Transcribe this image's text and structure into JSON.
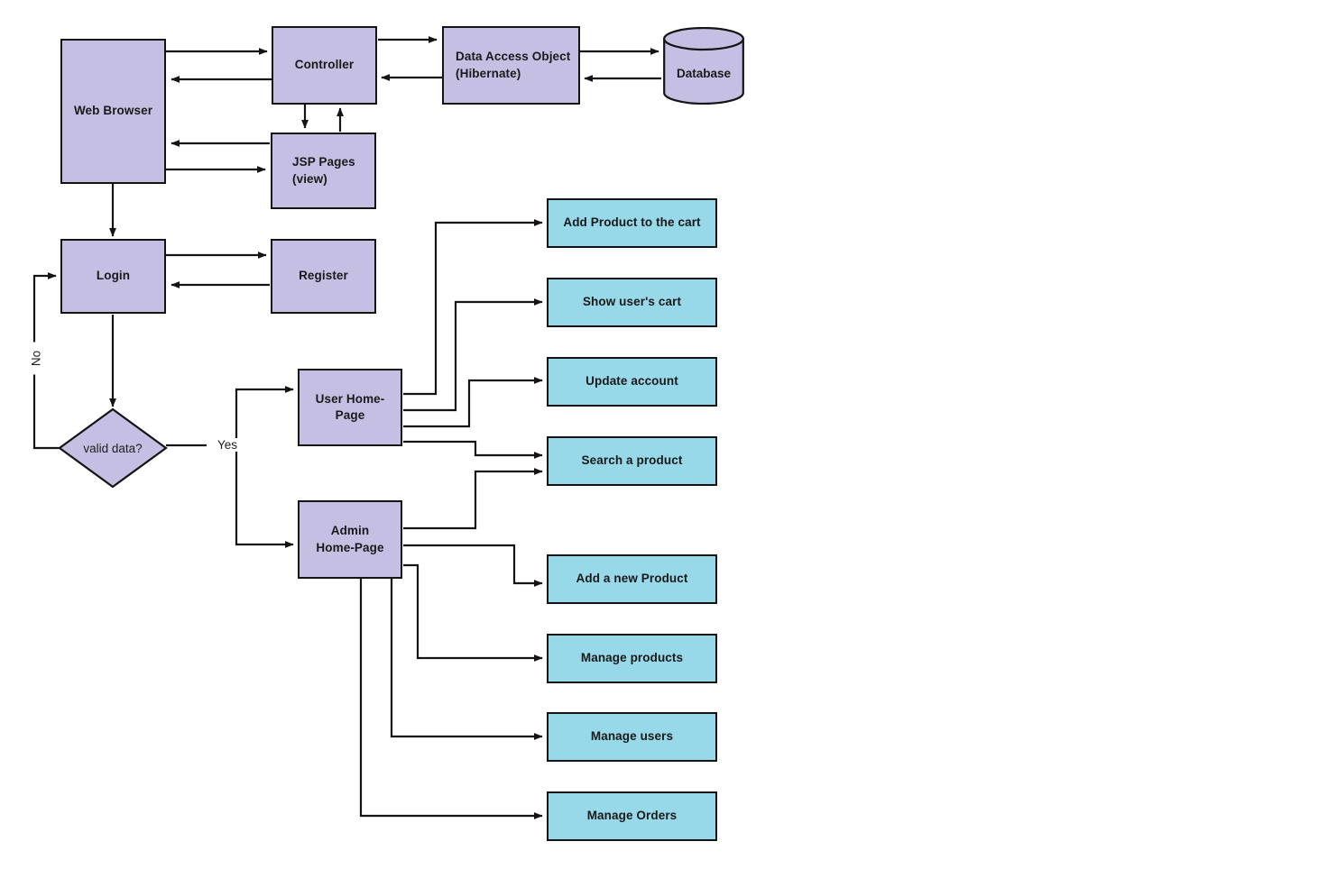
{
  "diagram": {
    "title": "Web application architecture and user flow diagram",
    "colors": {
      "purple_fill": "#c5c0e3",
      "blue_fill": "#97d8e9",
      "stroke": "#141414",
      "background": "#ffffff"
    },
    "architecture_nodes": [
      {
        "id": "web-browser",
        "label": "Web Browser",
        "shape": "rectangle",
        "fill": "purple"
      },
      {
        "id": "controller",
        "label": "Controller",
        "shape": "rectangle",
        "fill": "purple"
      },
      {
        "id": "dao",
        "label": "Data Access Object\n(Hibernate)",
        "shape": "rectangle",
        "fill": "purple"
      },
      {
        "id": "database",
        "label": "Database",
        "shape": "cylinder",
        "fill": "purple"
      },
      {
        "id": "jsp-pages",
        "label": "JSP Pages\n(view)",
        "shape": "rectangle",
        "fill": "purple"
      }
    ],
    "flow_nodes": [
      {
        "id": "login",
        "label": "Login",
        "shape": "rectangle",
        "fill": "purple"
      },
      {
        "id": "register",
        "label": "Register",
        "shape": "rectangle",
        "fill": "purple"
      },
      {
        "id": "valid-data",
        "label": "valid data?",
        "shape": "diamond",
        "fill": "purple"
      },
      {
        "id": "user-home-page",
        "label": "User Home-Page",
        "shape": "rectangle",
        "fill": "purple"
      },
      {
        "id": "admin-home-page",
        "label": "Admin\nHome-Page",
        "shape": "rectangle",
        "fill": "purple"
      }
    ],
    "user_actions": [
      {
        "id": "add-product-to-cart",
        "label": "Add Product to the cart",
        "fill": "blue"
      },
      {
        "id": "show-users-cart",
        "label": "Show user's cart",
        "fill": "blue"
      },
      {
        "id": "update-account",
        "label": "Update account",
        "fill": "blue"
      },
      {
        "id": "search-a-product",
        "label": "Search a product",
        "fill": "blue"
      }
    ],
    "admin_actions": [
      {
        "id": "add-a-new-product",
        "label": "Add a new Product",
        "fill": "blue"
      },
      {
        "id": "manage-products",
        "label": "Manage products",
        "fill": "blue"
      },
      {
        "id": "manage-users",
        "label": "Manage users",
        "fill": "blue"
      },
      {
        "id": "manage-orders",
        "label": "Manage Orders",
        "fill": "blue"
      }
    ],
    "edge_labels": {
      "no": "No",
      "yes": "Yes"
    },
    "connections": [
      {
        "from": "web-browser",
        "to": "controller",
        "direction": "forward"
      },
      {
        "from": "controller",
        "to": "web-browser",
        "direction": "forward"
      },
      {
        "from": "controller",
        "to": "dao",
        "direction": "forward"
      },
      {
        "from": "dao",
        "to": "controller",
        "direction": "forward"
      },
      {
        "from": "dao",
        "to": "database",
        "direction": "forward"
      },
      {
        "from": "database",
        "to": "dao",
        "direction": "forward"
      },
      {
        "from": "controller",
        "to": "jsp-pages",
        "direction": "forward"
      },
      {
        "from": "jsp-pages",
        "to": "controller",
        "direction": "forward"
      },
      {
        "from": "jsp-pages",
        "to": "web-browser",
        "direction": "forward"
      },
      {
        "from": "web-browser",
        "to": "jsp-pages",
        "direction": "forward"
      },
      {
        "from": "web-browser",
        "to": "login",
        "direction": "forward"
      },
      {
        "from": "login",
        "to": "register",
        "direction": "forward"
      },
      {
        "from": "register",
        "to": "login",
        "direction": "forward"
      },
      {
        "from": "login",
        "to": "valid-data",
        "direction": "forward"
      },
      {
        "from": "valid-data",
        "to": "login",
        "direction": "forward",
        "label": "No"
      },
      {
        "from": "valid-data",
        "to": "user-home-page",
        "direction": "forward",
        "label": "Yes"
      },
      {
        "from": "valid-data",
        "to": "admin-home-page",
        "direction": "forward",
        "label": "Yes"
      },
      {
        "from": "user-home-page",
        "to": "add-product-to-cart",
        "direction": "forward"
      },
      {
        "from": "user-home-page",
        "to": "show-users-cart",
        "direction": "forward"
      },
      {
        "from": "user-home-page",
        "to": "update-account",
        "direction": "forward"
      },
      {
        "from": "user-home-page",
        "to": "search-a-product",
        "direction": "forward"
      },
      {
        "from": "admin-home-page",
        "to": "search-a-product",
        "direction": "forward"
      },
      {
        "from": "admin-home-page",
        "to": "add-a-new-product",
        "direction": "forward"
      },
      {
        "from": "admin-home-page",
        "to": "manage-products",
        "direction": "forward"
      },
      {
        "from": "admin-home-page",
        "to": "manage-users",
        "direction": "forward"
      },
      {
        "from": "admin-home-page",
        "to": "manage-orders",
        "direction": "forward"
      }
    ]
  }
}
